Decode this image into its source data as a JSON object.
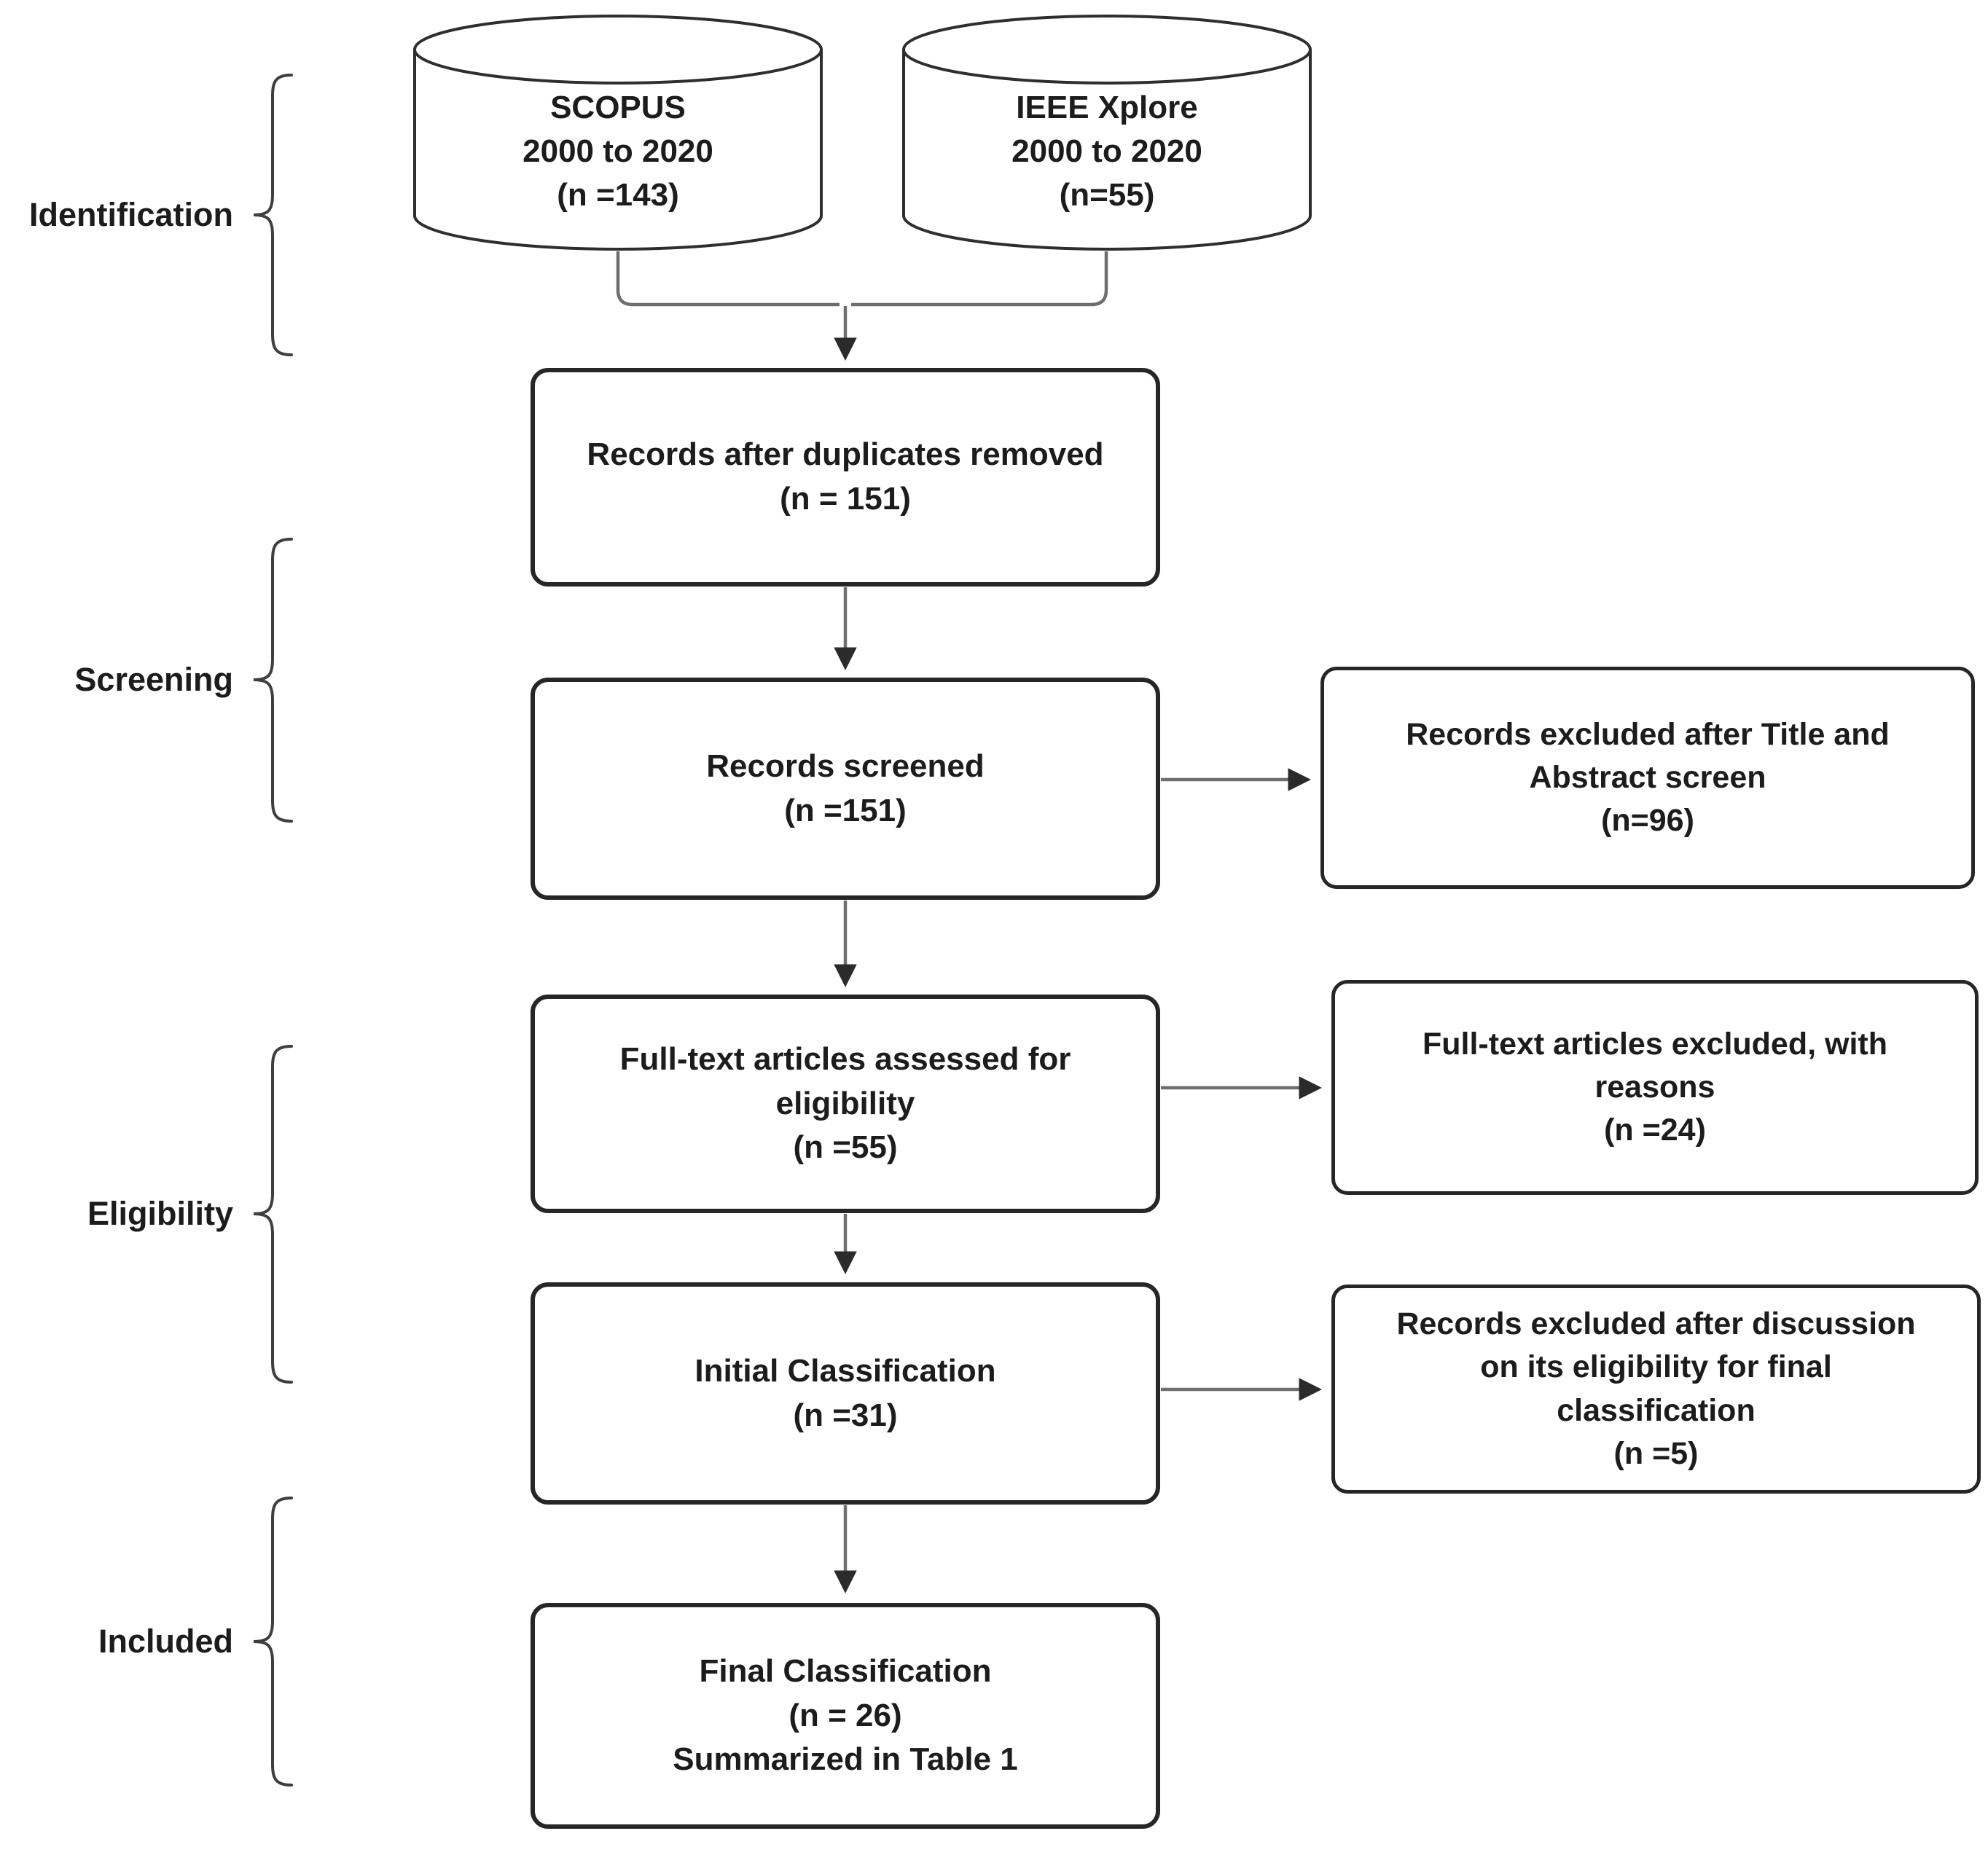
{
  "sections": {
    "identification": "Identification",
    "screening": "Screening",
    "eligibility": "Eligibility",
    "included": "Included"
  },
  "sources": {
    "scopus": "SCOPUS\n2000 to 2020\n(n =143)",
    "ieee": "IEEE Xplore\n2000 to 2020\n(n=55)"
  },
  "boxes": {
    "duplicates_removed": "Records after duplicates removed\n(n = 151)",
    "records_screened": "Records screened\n(n =151)",
    "fulltext_assessed": "Full-text articles assessed for\neligibility\n(n =55)",
    "initial_classification": "Initial Classification\n(n =31)",
    "final_classification": "Final Classification\n(n = 26)\nSummarized in Table 1"
  },
  "exclusions": {
    "title_abstract": "Records excluded after Title and\nAbstract screen\n(n=96)",
    "fulltext_excluded": "Full-text articles excluded, with\nreasons\n(n =24)",
    "discussion_excluded": "Records excluded after discussion\non its eligibility for final\nclassification\n(n =5)"
  },
  "colors": {
    "ink": "#1c1c1c",
    "box_border": "#262626",
    "connector_line": "#6e6e6e",
    "arrowhead": "#2b2b2b",
    "background": "#ffffff"
  }
}
